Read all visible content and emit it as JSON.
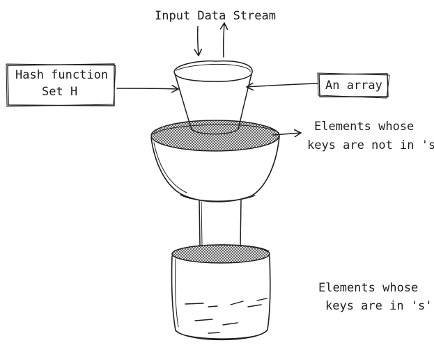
{
  "labels": {
    "input_stream": "Input Data Stream",
    "hash_line1": "Hash function",
    "hash_line2": "Set H",
    "array": "An array",
    "not_in_line1": "Elements whose",
    "not_in_line2": "keys are not in 's'",
    "in_line1": "Elements whose",
    "in_line2": "keys are in 's'"
  },
  "colors": {
    "ink": "#1e1e1e",
    "hatch": "#2a2a2a"
  }
}
